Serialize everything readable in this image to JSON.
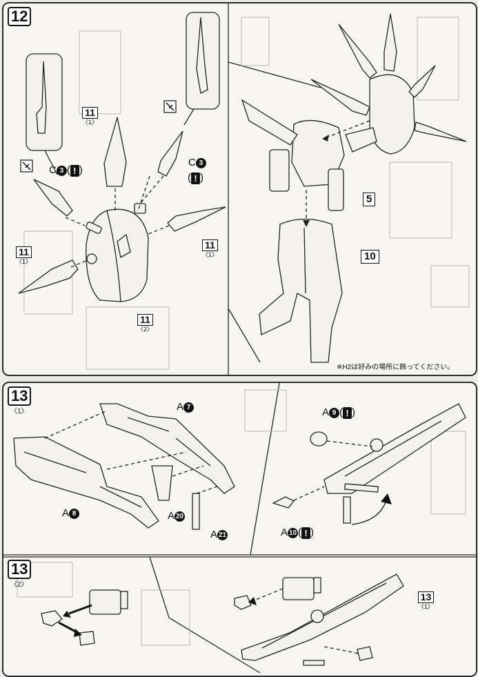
{
  "step12": {
    "badge": "12",
    "labels": {
      "c3_left": "C",
      "c3_right": "C",
      "c3_num": "3",
      "warn": "!",
      "ref11": "11",
      "ref11_sub1": "〈1〉",
      "ref11_sub2": "〈2〉",
      "ref5": "5",
      "ref10": "10"
    },
    "note": "※H2は好みの場所に飾ってください。"
  },
  "step13_1": {
    "badge": "13",
    "sub": "〈1〉",
    "labels": {
      "a7": "A",
      "a7_num": "7",
      "a8": "A",
      "a8_num": "8",
      "a9": "A",
      "a9_num": "9",
      "a10": "A",
      "a10_num": "10",
      "a20": "A",
      "a20_num": "20",
      "a21": "A",
      "a21_num": "21",
      "warn": "!"
    }
  },
  "step13_2": {
    "badge": "13",
    "sub": "〈2〉",
    "ref13": "13",
    "ref13_sub": "〈1〉"
  }
}
